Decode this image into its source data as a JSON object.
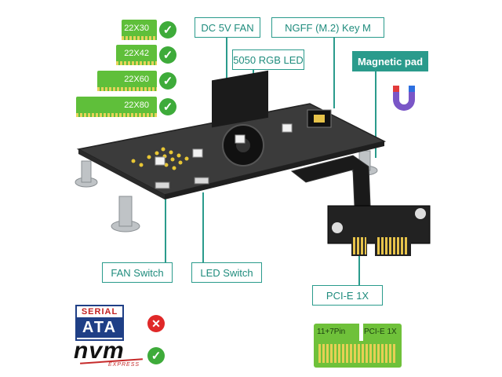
{
  "sizes": [
    {
      "label": "22X30"
    },
    {
      "label": "22X42"
    },
    {
      "label": "22X60"
    },
    {
      "label": "22X80"
    }
  ],
  "labels": {
    "fan": "DC 5V FAN",
    "ngff": "NGFF (M.2) Key M",
    "rgb": "5050 RGB LED",
    "magnetic": "Magnetic pad",
    "fan_switch": "FAN Switch",
    "led_switch": "LED Switch",
    "pcie": "PCI-E 1X"
  },
  "logos": {
    "sata_top": "SERIAL",
    "sata_bottom": "ATA",
    "nvm": "nvm",
    "nvm_sub": "EXPRESS"
  },
  "slot": {
    "left": "11+7Pin",
    "right": "PCI-E 1X"
  },
  "colors": {
    "accent": "#2a9b8c",
    "check": "#3eab3a",
    "cross": "#e02828",
    "pcb": "#3a3a3a",
    "gold": "#e7c34a"
  },
  "icons": {
    "check": "check-icon",
    "cross": "cross-icon",
    "magnet": "magnet-icon"
  }
}
